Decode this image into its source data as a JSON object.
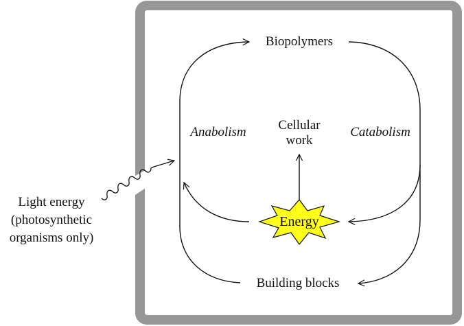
{
  "nodes": {
    "top": "Biopolymers",
    "bottom": "Building blocks",
    "center_line1": "Cellular",
    "center_line2": "work",
    "energy": "Energy"
  },
  "processes": {
    "left": "Anabolism",
    "right": "Catabolism"
  },
  "external_input": {
    "line1": "Light energy",
    "line2": "(photosynthetic",
    "line3": "organisms only)"
  },
  "colors": {
    "frame": "#979797",
    "star_fill": "#ffff1a",
    "stroke": "#111111"
  }
}
